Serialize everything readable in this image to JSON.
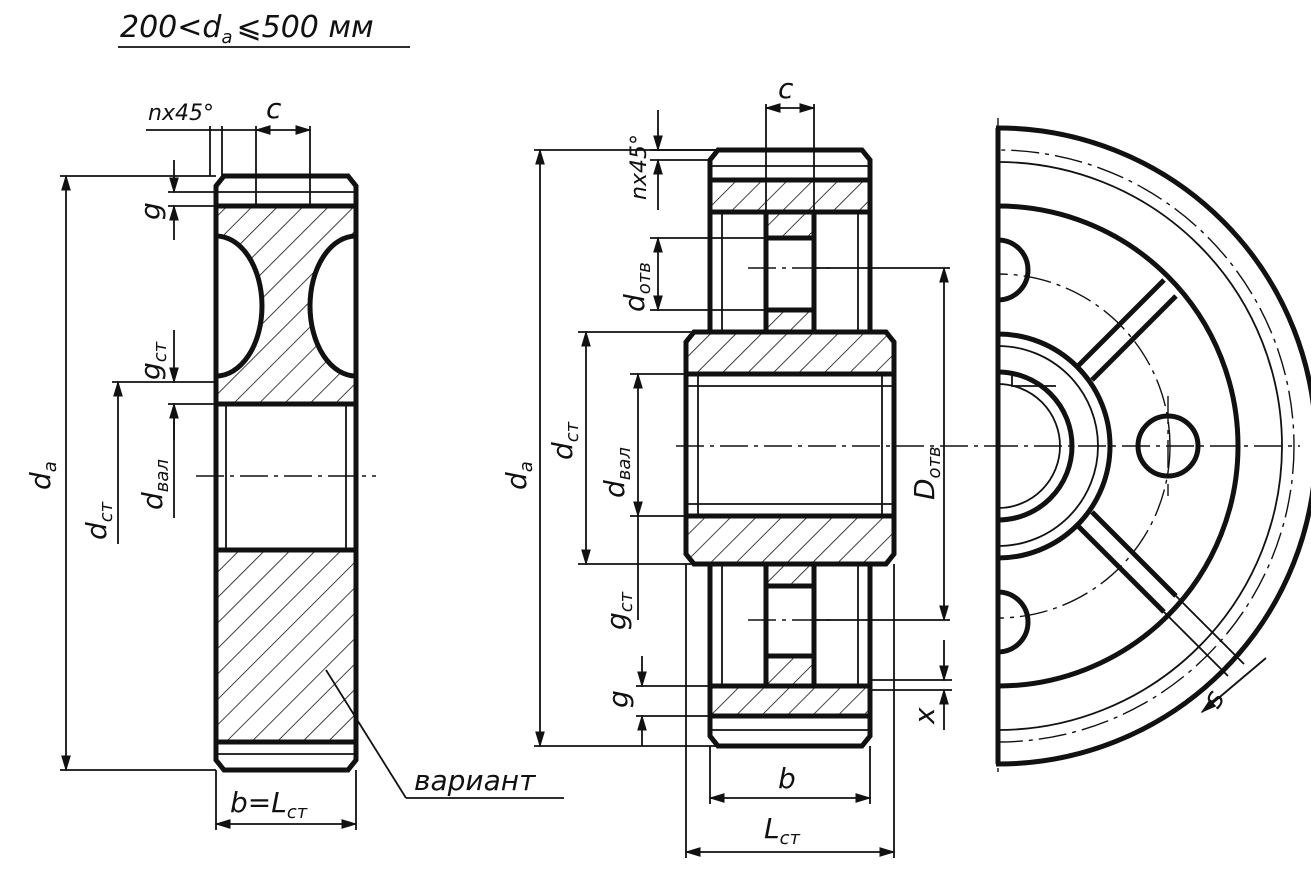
{
  "title": {
    "prefix": "200<",
    "d": "d",
    "d_sub": "a",
    "suffix": "⩽500 мм"
  },
  "left_view": {
    "chamfer": "nx45°",
    "c": "c",
    "g": "g",
    "g_st": "g",
    "g_st_sub": "ст",
    "d_a": "d",
    "d_a_sub": "a",
    "d_st": "d",
    "d_st_sub": "ст",
    "d_val": "d",
    "d_val_sub": "вал",
    "b_eq": "b=L",
    "b_eq_sub": "ст",
    "variant": "вариант"
  },
  "mid_view": {
    "c": "c",
    "chamfer": "nx45°",
    "d_otv": "d",
    "d_otv_sub": "отв",
    "d_a": "d",
    "d_a_sub": "a",
    "d_st": "d",
    "d_st_sub": "ст",
    "d_val": "d",
    "d_val_sub": "вал",
    "D_otv": "D",
    "D_otv_sub": "отв",
    "g_st": "g",
    "g_st_sub": "ст",
    "g": "g",
    "x": "x",
    "b": "b",
    "L_st": "L",
    "L_st_sub": "ст"
  },
  "right_view": {
    "s": "s"
  }
}
